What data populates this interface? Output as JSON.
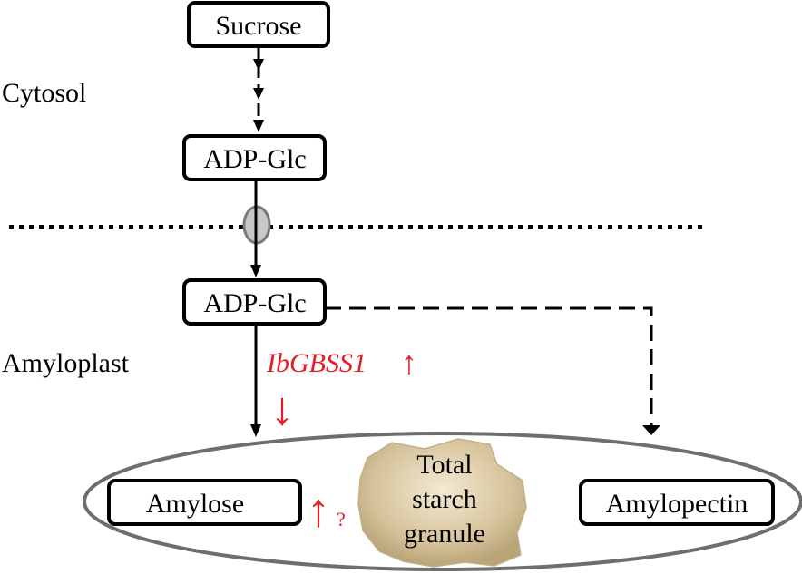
{
  "regions": {
    "cytosol": "Cytosol",
    "amyloplast": "Amyloplast"
  },
  "nodes": {
    "sucrose": "Sucrose",
    "adp_glc_cytosol": "ADP-Glc",
    "adp_glc_amyloplast": "ADP-Glc",
    "amylose": "Amylose",
    "amylopectin": "Amylopectin",
    "granule_line1": "Total",
    "granule_line2": "starch",
    "granule_line3": "granule"
  },
  "annotations": {
    "gene": "IbGBSS1",
    "gene_up_arrow": "↑",
    "gene_down_arrow": "↓",
    "amylose_up_arrow": "↑",
    "amylose_question": "?"
  },
  "colors": {
    "line": "#000000",
    "highlight": "#e41e26",
    "membrane_pore_fill": "#c8c8c8",
    "membrane_pore_stroke": "#7a7a7a",
    "granule_ellipse_stroke": "#6e6e6e",
    "granule_fill": "#d8c7a0"
  }
}
